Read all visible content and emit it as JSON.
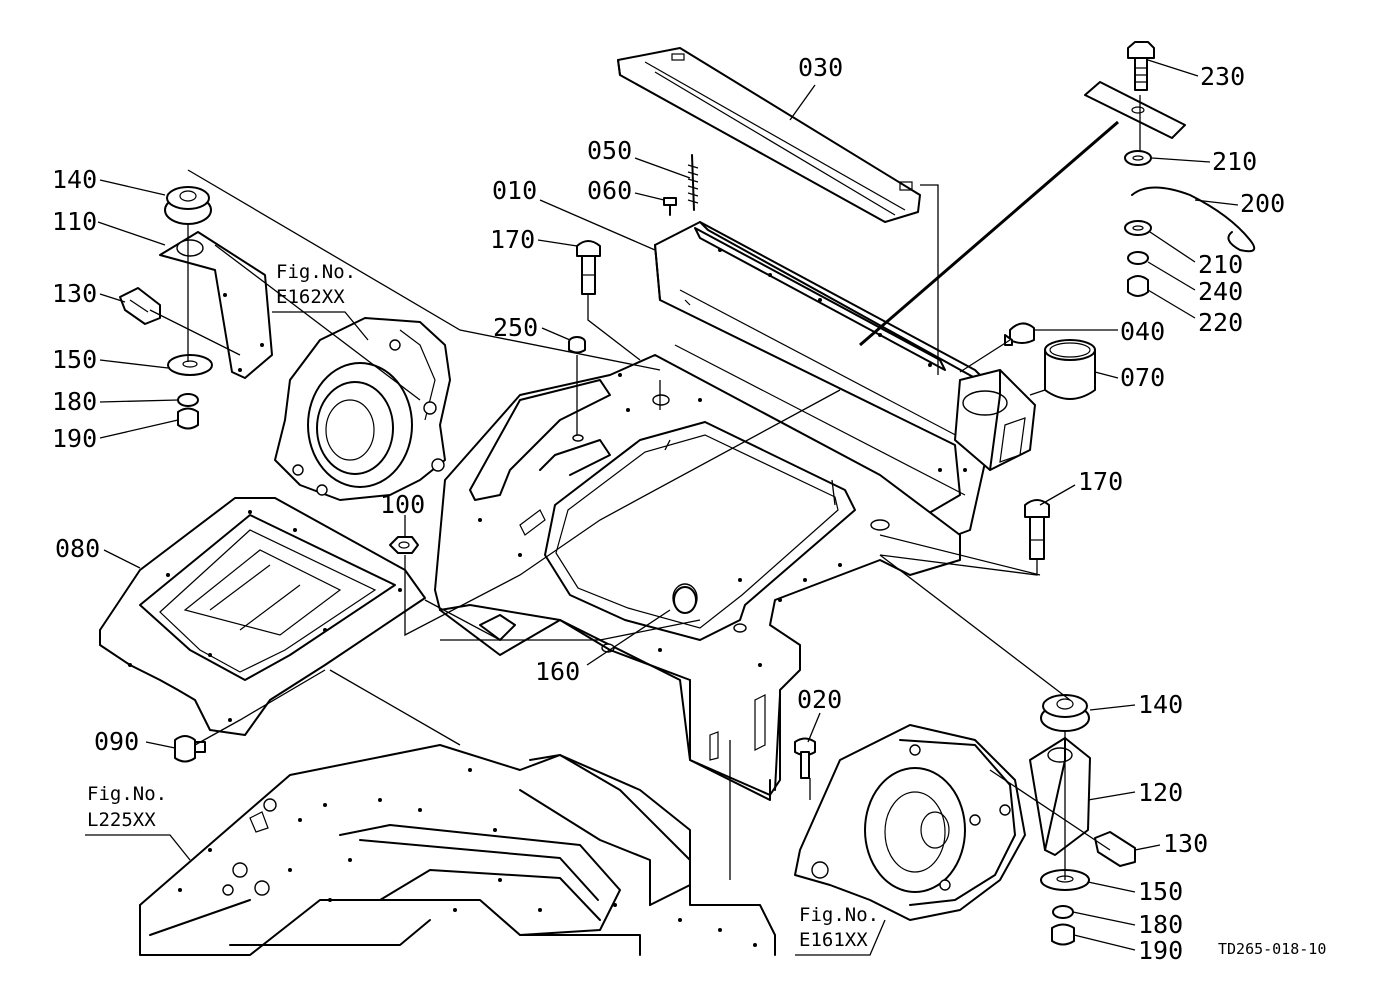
{
  "diagram": {
    "drawing_id": "TD265-018-10",
    "part_labels": [
      {
        "id": "p030",
        "text": "030"
      },
      {
        "id": "p230",
        "text": "230"
      },
      {
        "id": "p050",
        "text": "050"
      },
      {
        "id": "p210a",
        "text": "210"
      },
      {
        "id": "p060",
        "text": "060"
      },
      {
        "id": "p010",
        "text": "010"
      },
      {
        "id": "p200",
        "text": "200"
      },
      {
        "id": "p140a",
        "text": "140"
      },
      {
        "id": "p110",
        "text": "110"
      },
      {
        "id": "p170a",
        "text": "170"
      },
      {
        "id": "p210b",
        "text": "210"
      },
      {
        "id": "p240",
        "text": "240"
      },
      {
        "id": "p130a",
        "text": "130"
      },
      {
        "id": "p220",
        "text": "220"
      },
      {
        "id": "p250",
        "text": "250"
      },
      {
        "id": "p040",
        "text": "040"
      },
      {
        "id": "p150a",
        "text": "150"
      },
      {
        "id": "p070",
        "text": "070"
      },
      {
        "id": "p180a",
        "text": "180"
      },
      {
        "id": "p190a",
        "text": "190"
      },
      {
        "id": "p170b",
        "text": "170"
      },
      {
        "id": "p100",
        "text": "100"
      },
      {
        "id": "p080",
        "text": "080"
      },
      {
        "id": "p160",
        "text": "160"
      },
      {
        "id": "p020",
        "text": "020"
      },
      {
        "id": "p140b",
        "text": "140"
      },
      {
        "id": "p090",
        "text": "090"
      },
      {
        "id": "p120",
        "text": "120"
      },
      {
        "id": "p130b",
        "text": "130"
      },
      {
        "id": "p150b",
        "text": "150"
      },
      {
        "id": "p180b",
        "text": "180"
      },
      {
        "id": "p190b",
        "text": "190"
      }
    ],
    "figure_refs": [
      {
        "id": "e162",
        "label": "Fig.No.",
        "code": "E162XX"
      },
      {
        "id": "l225",
        "label": "Fig.No.",
        "code": "L225XX"
      },
      {
        "id": "e161",
        "label": "Fig.No.",
        "code": "E161XX"
      }
    ]
  }
}
